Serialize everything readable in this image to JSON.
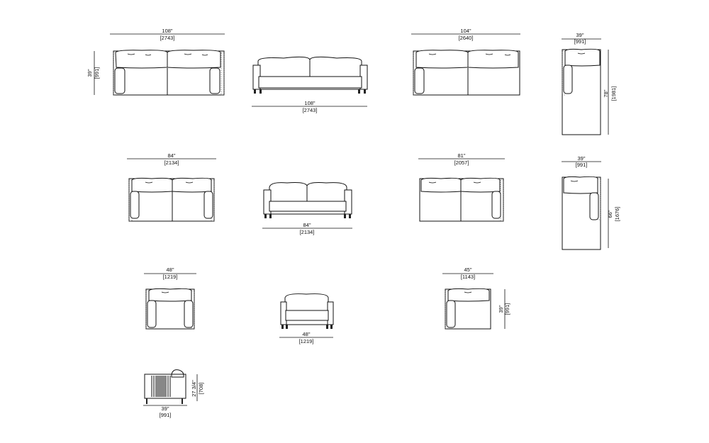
{
  "dimensions": {
    "sofa108_plan_width": {
      "imperial": "108\"",
      "metric": "[2743]"
    },
    "sofa108_plan_depth": {
      "imperial": "39\"",
      "metric": "[991]"
    },
    "sofa108_front_width": {
      "imperial": "108\"",
      "metric": "[2743]"
    },
    "sofa104_plan_width": {
      "imperial": "104\"",
      "metric": "[2640]"
    },
    "chaise78_width": {
      "imperial": "39\"",
      "metric": "[991]"
    },
    "chaise78_depth": {
      "imperial": "78\"",
      "metric": "[1981]"
    },
    "sofa84_plan_width": {
      "imperial": "84\"",
      "metric": "[2134]"
    },
    "sofa84_front_width": {
      "imperial": "84\"",
      "metric": "[2134]"
    },
    "sofa81_plan_width": {
      "imperial": "81\"",
      "metric": "[2057]"
    },
    "chaise66_width": {
      "imperial": "39\"",
      "metric": "[991]"
    },
    "chaise66_depth": {
      "imperial": "66\"",
      "metric": "[1676]"
    },
    "chair48_plan_width": {
      "imperial": "48\"",
      "metric": "[1219]"
    },
    "chair48_front_width": {
      "imperial": "48\"",
      "metric": "[1219]"
    },
    "chair45_plan_width": {
      "imperial": "45\"",
      "metric": "[1143]"
    },
    "chair45_plan_depth": {
      "imperial": "39\"",
      "metric": "[991]"
    },
    "side_depth": {
      "imperial": "39\"",
      "metric": "[991]"
    },
    "side_height": {
      "imperial": "27 3/4\"",
      "metric": "[708]"
    }
  }
}
